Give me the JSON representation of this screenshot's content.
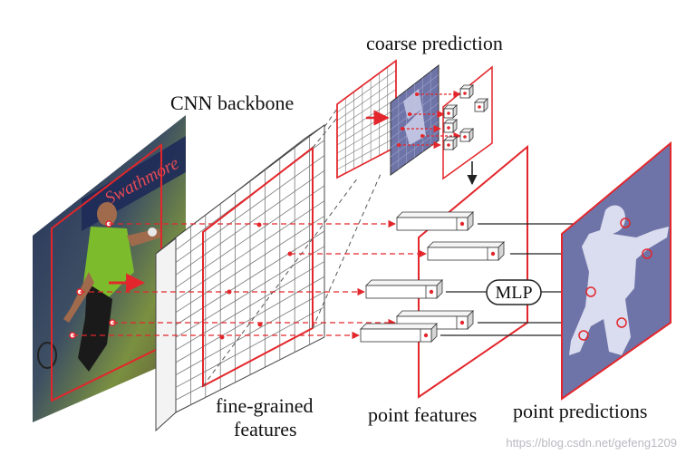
{
  "labels": {
    "coarse_prediction": "coarse prediction",
    "cnn_backbone": "CNN backbone",
    "fine_grained_line1": "fine-grained",
    "fine_grained_line2": "features",
    "point_features": "point features",
    "point_predictions": "point predictions",
    "mlp": "MLP"
  },
  "watermark": "https://blog.csdn.net/gefeng1209",
  "colors": {
    "accent_red": "#e3262b",
    "mask_blue": "#6f74a8",
    "mask_light": "#dfe2f2",
    "grid_line": "#666666",
    "arrow_dark": "#222222"
  }
}
